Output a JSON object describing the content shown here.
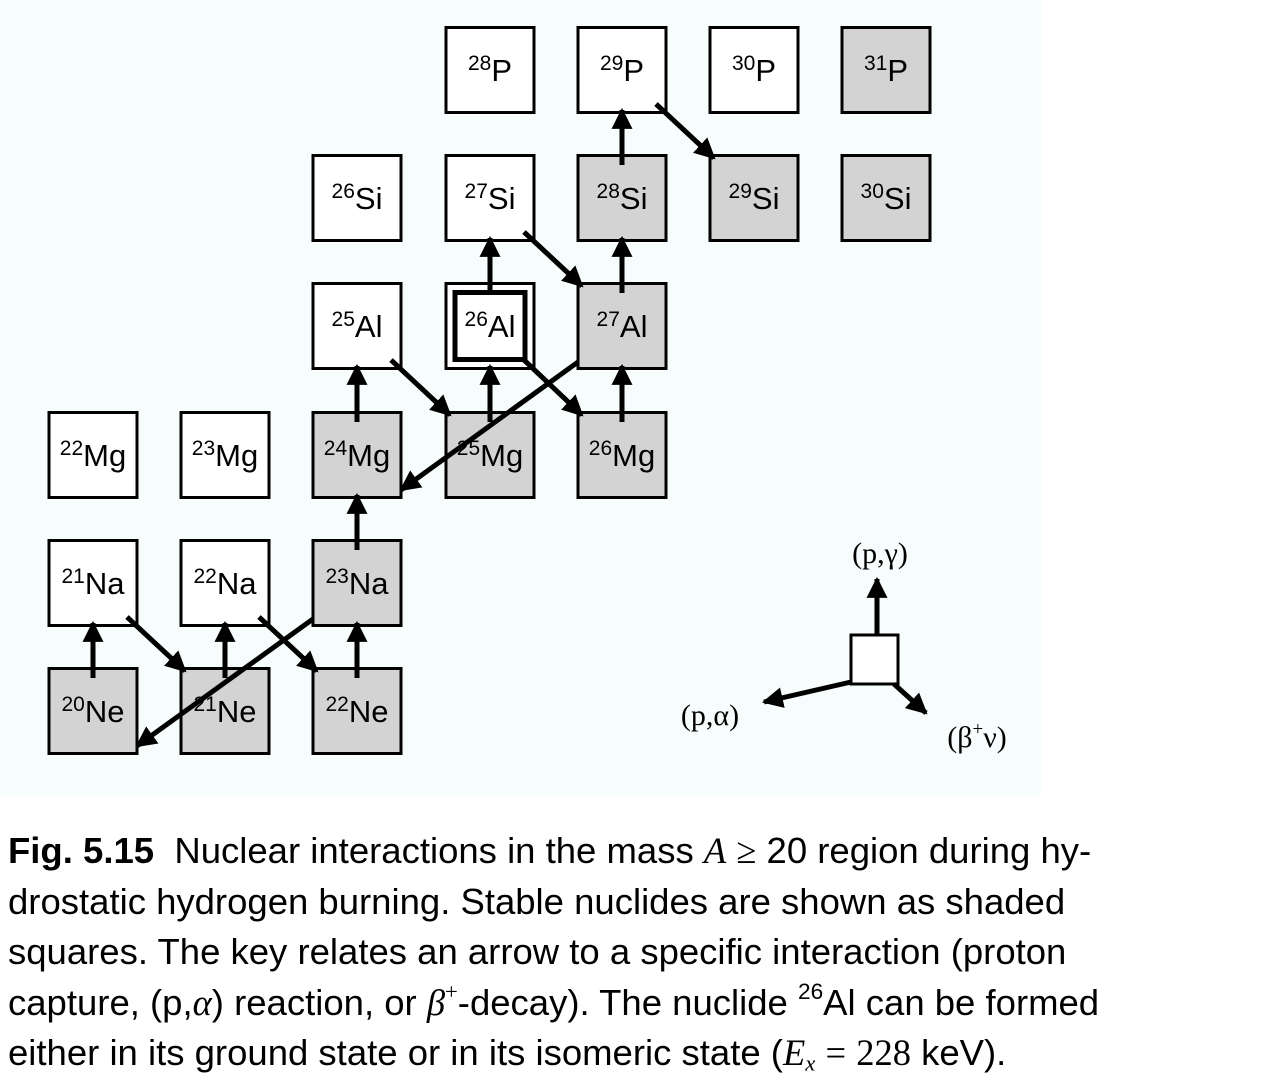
{
  "nuclides": [
    {
      "id": "P28",
      "mass": "28",
      "symbol": "P",
      "stable": false
    },
    {
      "id": "P29",
      "mass": "29",
      "symbol": "P",
      "stable": false
    },
    {
      "id": "P30",
      "mass": "30",
      "symbol": "P",
      "stable": false
    },
    {
      "id": "P31",
      "mass": "31",
      "symbol": "P",
      "stable": true
    },
    {
      "id": "Si26",
      "mass": "26",
      "symbol": "Si",
      "stable": false
    },
    {
      "id": "Si27",
      "mass": "27",
      "symbol": "Si",
      "stable": false
    },
    {
      "id": "Si28",
      "mass": "28",
      "symbol": "Si",
      "stable": true
    },
    {
      "id": "Si29",
      "mass": "29",
      "symbol": "Si",
      "stable": true
    },
    {
      "id": "Si30",
      "mass": "30",
      "symbol": "Si",
      "stable": true
    },
    {
      "id": "Al25",
      "mass": "25",
      "symbol": "Al",
      "stable": false
    },
    {
      "id": "Al26",
      "mass": "26",
      "symbol": "Al",
      "stable": false,
      "isomer": true
    },
    {
      "id": "Al27",
      "mass": "27",
      "symbol": "Al",
      "stable": true
    },
    {
      "id": "Mg22",
      "mass": "22",
      "symbol": "Mg",
      "stable": false
    },
    {
      "id": "Mg23",
      "mass": "23",
      "symbol": "Mg",
      "stable": false
    },
    {
      "id": "Mg24",
      "mass": "24",
      "symbol": "Mg",
      "stable": true
    },
    {
      "id": "Mg25",
      "mass": "25",
      "symbol": "Mg",
      "stable": true
    },
    {
      "id": "Mg26",
      "mass": "26",
      "symbol": "Mg",
      "stable": true
    },
    {
      "id": "Na21",
      "mass": "21",
      "symbol": "Na",
      "stable": false
    },
    {
      "id": "Na22",
      "mass": "22",
      "symbol": "Na",
      "stable": false
    },
    {
      "id": "Na23",
      "mass": "23",
      "symbol": "Na",
      "stable": true
    },
    {
      "id": "Ne20",
      "mass": "20",
      "symbol": "Ne",
      "stable": true
    },
    {
      "id": "Ne21",
      "mass": "21",
      "symbol": "Ne",
      "stable": true
    },
    {
      "id": "Ne22",
      "mass": "22",
      "symbol": "Ne",
      "stable": true
    }
  ],
  "reactions": [
    {
      "from": "Ne20",
      "to": "Na21",
      "type": "p-gamma"
    },
    {
      "from": "Na21",
      "to": "Ne21",
      "type": "beta-plus"
    },
    {
      "from": "Ne21",
      "to": "Na22",
      "type": "p-gamma"
    },
    {
      "from": "Na22",
      "to": "Ne22",
      "type": "beta-plus"
    },
    {
      "from": "Ne22",
      "to": "Na23",
      "type": "p-gamma"
    },
    {
      "from": "Na23",
      "to": "Ne20",
      "type": "p-alpha"
    },
    {
      "from": "Na23",
      "to": "Mg24",
      "type": "p-gamma"
    },
    {
      "from": "Mg24",
      "to": "Al25",
      "type": "p-gamma"
    },
    {
      "from": "Al25",
      "to": "Mg25",
      "type": "beta-plus"
    },
    {
      "from": "Mg25",
      "to": "Al26",
      "type": "p-gamma"
    },
    {
      "from": "Al26",
      "to": "Mg26",
      "type": "beta-plus"
    },
    {
      "from": "Mg26",
      "to": "Al27",
      "type": "p-gamma"
    },
    {
      "from": "Al26",
      "to": "Si27",
      "type": "p-gamma"
    },
    {
      "from": "Si27",
      "to": "Al27",
      "type": "beta-plus"
    },
    {
      "from": "Al27",
      "to": "Mg24",
      "type": "p-alpha"
    },
    {
      "from": "Al27",
      "to": "Si28",
      "type": "p-gamma"
    },
    {
      "from": "Si28",
      "to": "P29",
      "type": "p-gamma"
    },
    {
      "from": "P29",
      "to": "Si29",
      "type": "beta-plus"
    }
  ],
  "key": {
    "p_gamma": "(p,γ)",
    "p_alpha": "(p,α)",
    "beta_main": "(β",
    "beta_sup": "+",
    "beta_end": "ν)"
  },
  "colors": {
    "stable_fill": "#d3d3d3",
    "unstable_fill": "#ffffff",
    "stroke": "#000000",
    "diagram_background": "#f7fcfd"
  },
  "caption": {
    "label": "Fig. 5.15",
    "l1_a": "Nuclear interactions in the mass",
    "l1_A": "A",
    "l1_ge": "≥",
    "l1_b": "20 region during hy-",
    "l2": "drostatic hydrogen burning. Stable nuclides are shown as shaded",
    "l3": "squares. The key relates an arrow to a specific interaction (proton",
    "l4_a": "capture, (p,",
    "l4_alpha": "α",
    "l4_b": ") reaction, or",
    "l4_beta": "β",
    "l4_plus": "+",
    "l4_c": "-decay). The nuclide",
    "l4_mass": "26",
    "l4_d": "Al can be formed",
    "l5_a": "either in its ground state or in its isomeric state (",
    "l5_E": "E",
    "l5_x": "x",
    "l5_eq": "=",
    "l5_val": "228",
    "l5_b": "keV)."
  }
}
